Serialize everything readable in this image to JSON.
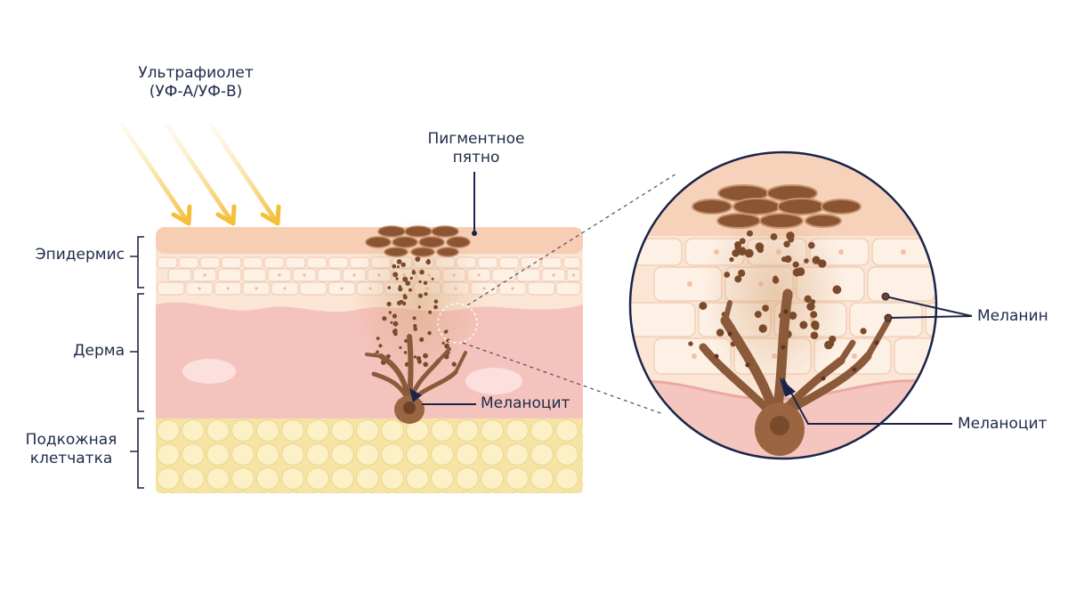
{
  "uv": {
    "line1": "Ультрафиолет",
    "line2": "(УФ-А/УФ-В)",
    "color": "#f6c444"
  },
  "pigment_spot": {
    "line1": "Пигментное",
    "line2": "пятно"
  },
  "layers": {
    "epidermis": "Эпидермис",
    "dermis": "Дерма",
    "subcutis_line1": "Подкожная",
    "subcutis_line2": "клетчатка"
  },
  "melanocyte": "Меланоцит",
  "zoom": {
    "melanin": "Меланин",
    "melanocyte": "Меланоцит"
  },
  "colors": {
    "label_text": "#1f2a4a",
    "leader_line": "#1b2448",
    "skin_top": "#f9d7c1",
    "epidermis": "#fbe6d6",
    "dermis": "#f5c6c0",
    "fat": "#f8eab6",
    "melanin": "#7b4a2a"
  }
}
